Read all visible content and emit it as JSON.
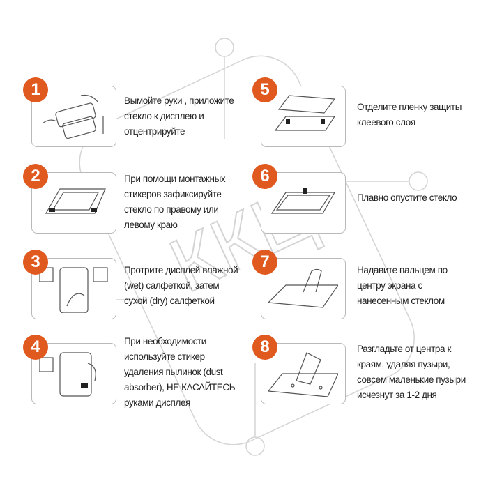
{
  "accent_color": "#e0591e",
  "watermark": "ККЦ",
  "steps": [
    {
      "number": "1",
      "text": "Вымойте руки , приложите\nстекло к дисплею и\nотцентрируйте"
    },
    {
      "number": "2",
      "text": "При помощи монтажных\nстикеров зафиксируйте\nстекло по правому или\nлевому краю"
    },
    {
      "number": "3",
      "text": "Протрите дисплей влажной\n(wet) салфеткой, затем\nсухой (dry) салфеткой"
    },
    {
      "number": "4",
      "text": "При необходимости\nиспользуйте стикер\nудаления пылинок (dust\nabsorber), НЕ КАСАЙТЕСЬ\nруками дисплея"
    },
    {
      "number": "5",
      "text": "Отделите пленку защиты\nклеевого слоя"
    },
    {
      "number": "6",
      "text": "Плавно опустите стекло"
    },
    {
      "number": "7",
      "text": "Надавите пальцем по\nцентру экрана с\nнанесенным стеклом"
    },
    {
      "number": "8",
      "text": "Разгладьте от центра к\nкраям, удаляя пузыри,\nсовсем маленькие пузыри\nисчезнут за 1-2 дня"
    }
  ]
}
